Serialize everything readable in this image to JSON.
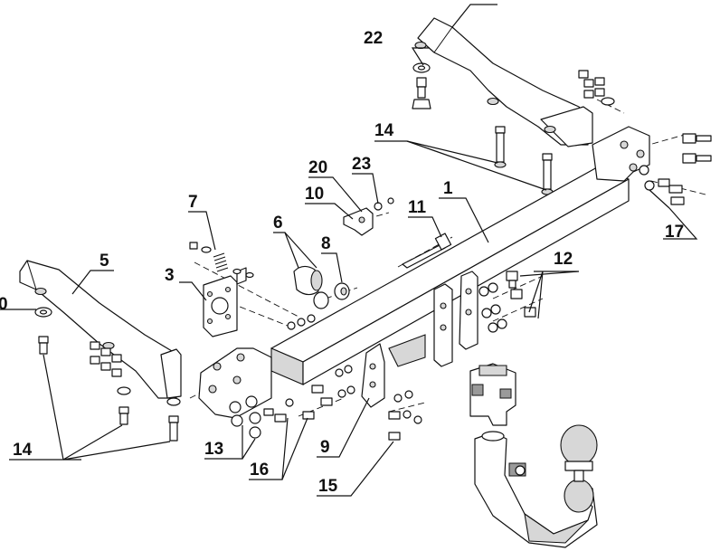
{
  "diagram": {
    "callouts": [
      {
        "id": "1",
        "text": "1"
      },
      {
        "id": "3",
        "text": "3"
      },
      {
        "id": "5",
        "text": "5"
      },
      {
        "id": "6",
        "text": "6"
      },
      {
        "id": "7",
        "text": "7"
      },
      {
        "id": "8",
        "text": "8"
      },
      {
        "id": "9",
        "text": "9"
      },
      {
        "id": "10a",
        "text": "10"
      },
      {
        "id": "10b",
        "text": "0"
      },
      {
        "id": "11",
        "text": "11"
      },
      {
        "id": "12",
        "text": "12"
      },
      {
        "id": "13",
        "text": "13"
      },
      {
        "id": "14a",
        "text": "14"
      },
      {
        "id": "14b",
        "text": "14"
      },
      {
        "id": "15",
        "text": "15"
      },
      {
        "id": "16",
        "text": "16"
      },
      {
        "id": "17",
        "text": "17"
      },
      {
        "id": "20",
        "text": "20"
      },
      {
        "id": "22",
        "text": "22"
      },
      {
        "id": "23",
        "text": "23"
      }
    ]
  }
}
